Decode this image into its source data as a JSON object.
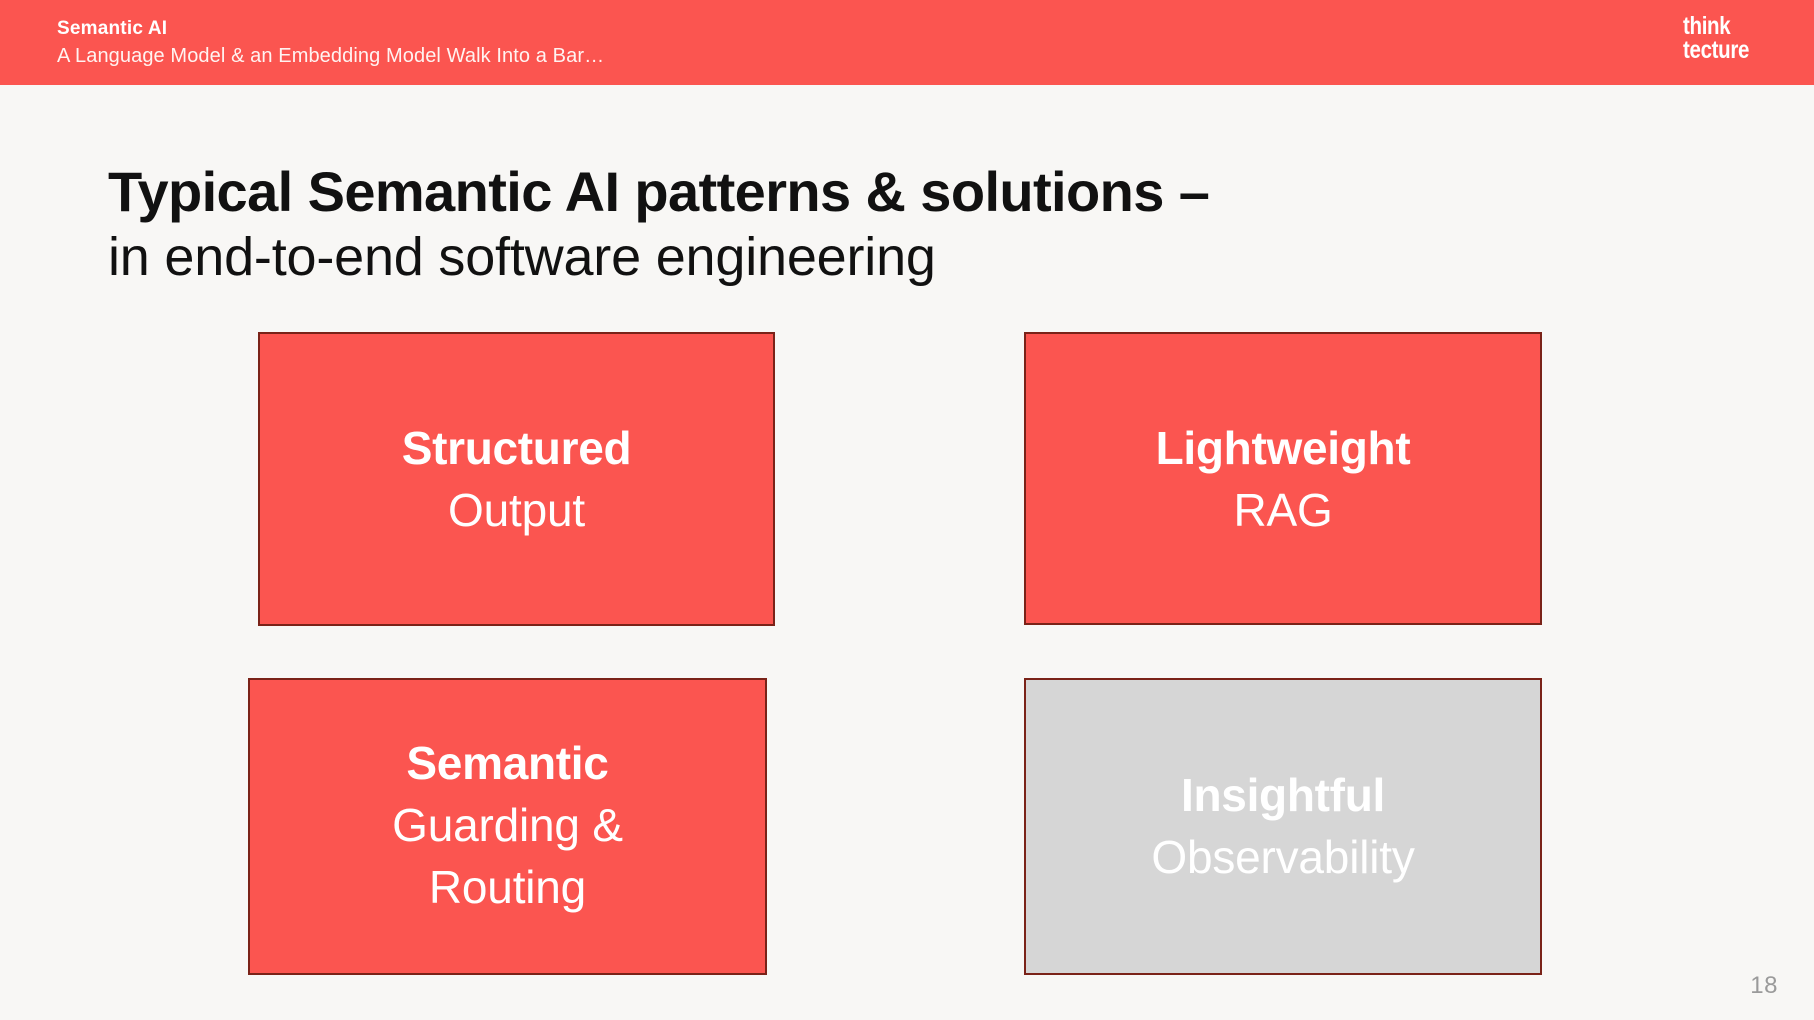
{
  "theme": {
    "background": "#F8F7F5",
    "accent_red": "#FB5550",
    "card_border": "#7A2218",
    "card_grey": "#D6D6D6",
    "text_dark": "#111111",
    "text_light": "#FFFFFF",
    "page_number_color": "#9A9A9A"
  },
  "header": {
    "title": "Semantic AI",
    "subtitle": "A Language Model & an Embedding Model Walk Into a Bar…",
    "logo_line1": "think",
    "logo_line2": "tecture"
  },
  "slide": {
    "title_line1": "Typical Semantic AI patterns & solutions –",
    "title_line2": "in end-to-end software engineering",
    "page_number": "18"
  },
  "cards": [
    {
      "id": "structured",
      "variant": "red",
      "bold_line": "Structured",
      "light_lines": [
        "Output"
      ]
    },
    {
      "id": "lightweight",
      "variant": "red",
      "bold_line": "Lightweight",
      "light_lines": [
        "RAG"
      ]
    },
    {
      "id": "semantic",
      "variant": "red",
      "bold_line": "Semantic",
      "light_lines": [
        "Guarding &",
        "Routing"
      ]
    },
    {
      "id": "insightful",
      "variant": "grey",
      "bold_line": "Insightful",
      "light_lines": [
        "Observability"
      ]
    }
  ]
}
